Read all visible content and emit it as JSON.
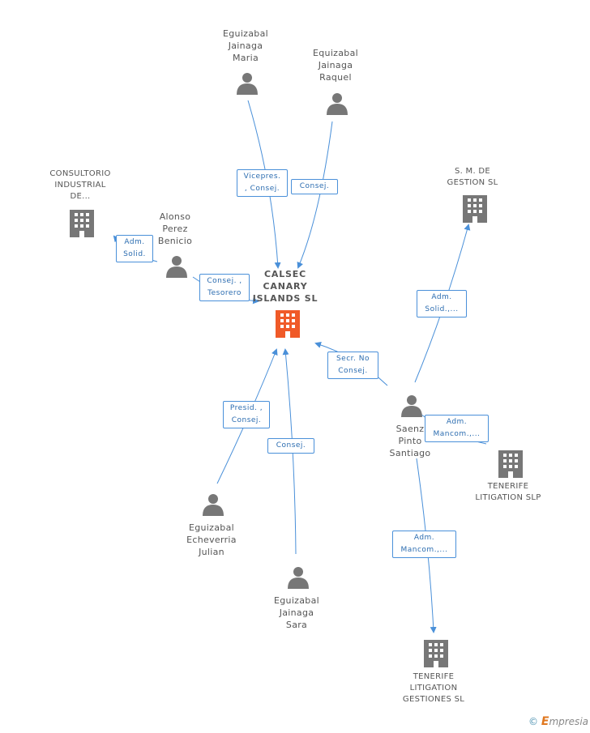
{
  "center": {
    "label_lines": [
      "CALSEC",
      "CANARY",
      "ISLANDS SL"
    ],
    "color": "#f05a28"
  },
  "people": [
    {
      "id": "maria",
      "lines": [
        "Eguizabal",
        "Jainaga",
        "Maria"
      ]
    },
    {
      "id": "raquel",
      "lines": [
        "Equizabal",
        "Jainaga",
        "Raquel"
      ]
    },
    {
      "id": "alonso",
      "lines": [
        "Alonso",
        "Perez",
        "Benicio"
      ]
    },
    {
      "id": "saenz",
      "lines": [
        "Saenz",
        "Pinto",
        "Santiago"
      ]
    },
    {
      "id": "julian",
      "lines": [
        "Eguizabal",
        "Echeverria",
        "Julian"
      ]
    },
    {
      "id": "sara",
      "lines": [
        "Eguizabal",
        "Jainaga",
        "Sara"
      ]
    }
  ],
  "companies": [
    {
      "id": "consultorio",
      "lines": [
        "CONSULTORIO",
        "INDUSTRIAL",
        "DE..."
      ]
    },
    {
      "id": "smgestion",
      "lines": [
        "S. M. DE",
        "GESTION SL"
      ]
    },
    {
      "id": "tenerife-slp",
      "lines": [
        "TENERIFE",
        "LITIGATION SLP"
      ]
    },
    {
      "id": "tenerife-gestiones",
      "lines": [
        "TENERIFE",
        "LITIGATION",
        "GESTIONES  SL"
      ]
    }
  ],
  "edge_labels": [
    {
      "id": "maria-center",
      "lines": [
        "Vicepres.",
        ", Consej."
      ]
    },
    {
      "id": "raquel-center",
      "lines": [
        "Consej."
      ]
    },
    {
      "id": "alonso-consultorio",
      "lines": [
        "Adm.",
        "Solid."
      ]
    },
    {
      "id": "alonso-center",
      "lines": [
        "Consej. ,",
        "Tesorero"
      ]
    },
    {
      "id": "saenz-center",
      "lines": [
        "Secr.  No",
        "Consej."
      ]
    },
    {
      "id": "saenz-smgestion",
      "lines": [
        "Adm.",
        "Solid.,..."
      ]
    },
    {
      "id": "saenz-tenerife-slp",
      "lines": [
        "Adm.",
        "Mancom.,..."
      ]
    },
    {
      "id": "saenz-tenerife-gestiones",
      "lines": [
        "Adm.",
        "Mancom.,..."
      ]
    },
    {
      "id": "julian-center",
      "lines": [
        "Presid. ,",
        "Consej."
      ]
    },
    {
      "id": "sara-center",
      "lines": [
        "Consej."
      ]
    }
  ],
  "colors": {
    "edge": "#4a90d9",
    "person_icon": "#777777",
    "company_icon": "#777777",
    "center_icon": "#f05a28"
  },
  "copyright": {
    "symbol": "©",
    "brand_first": "E",
    "brand_rest": "mpresia"
  }
}
